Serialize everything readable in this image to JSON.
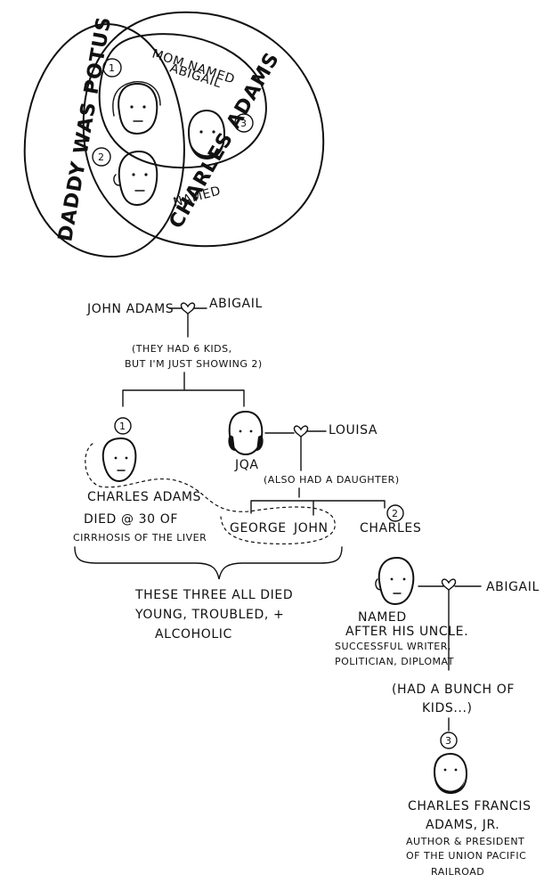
{
  "venn": {
    "set_left": "DADDY WAS POTUS",
    "set_top": [
      "MOM NAMED",
      "ABIGAIL"
    ],
    "set_right_line1": "NAMED",
    "set_right_line2": "CHARLES ADAMS",
    "marker_1": "1",
    "marker_2": "2",
    "marker_3": "3"
  },
  "tree": {
    "john_adams": "JOHN ADAMS",
    "abigail": "ABIGAIL",
    "kids_note": [
      "(THEY HAD 6 KIDS,",
      "BUT I'M JUST SHOWING 2)"
    ],
    "marker_1": "1",
    "charles_adams": "CHARLES ADAMS",
    "charles_death": [
      "DIED @ 30 OF",
      "CIRRHOSIS OF THE LIVER"
    ],
    "jqa": "JQA",
    "louisa": "LOUISA",
    "daughter_note": "(ALSO HAD A DAUGHTER)",
    "george": "GEORGE",
    "john": "JOHN",
    "marker_2": "2",
    "charles": "CHARLES",
    "brace_note": [
      "THESE THREE ALL DIED",
      "YOUNG, TROUBLED, +",
      "ALCOHOLIC"
    ],
    "abigail2": "ABIGAIL",
    "named_after": [
      "NAMED",
      "AFTER HIS UNCLE."
    ],
    "charles_desc": [
      "SUCCESSFUL WRITER,",
      "POLITICIAN, DIPLOMAT"
    ],
    "kids_note2": [
      "(HAD A BUNCH OF",
      "KIDS...)"
    ],
    "marker_3": "3",
    "cfa_name": [
      "CHARLES FRANCIS",
      "ADAMS, JR."
    ],
    "cfa_desc": [
      "AUTHOR & PRESIDENT",
      "OF THE UNION PACIFIC",
      "RAILROAD"
    ]
  }
}
